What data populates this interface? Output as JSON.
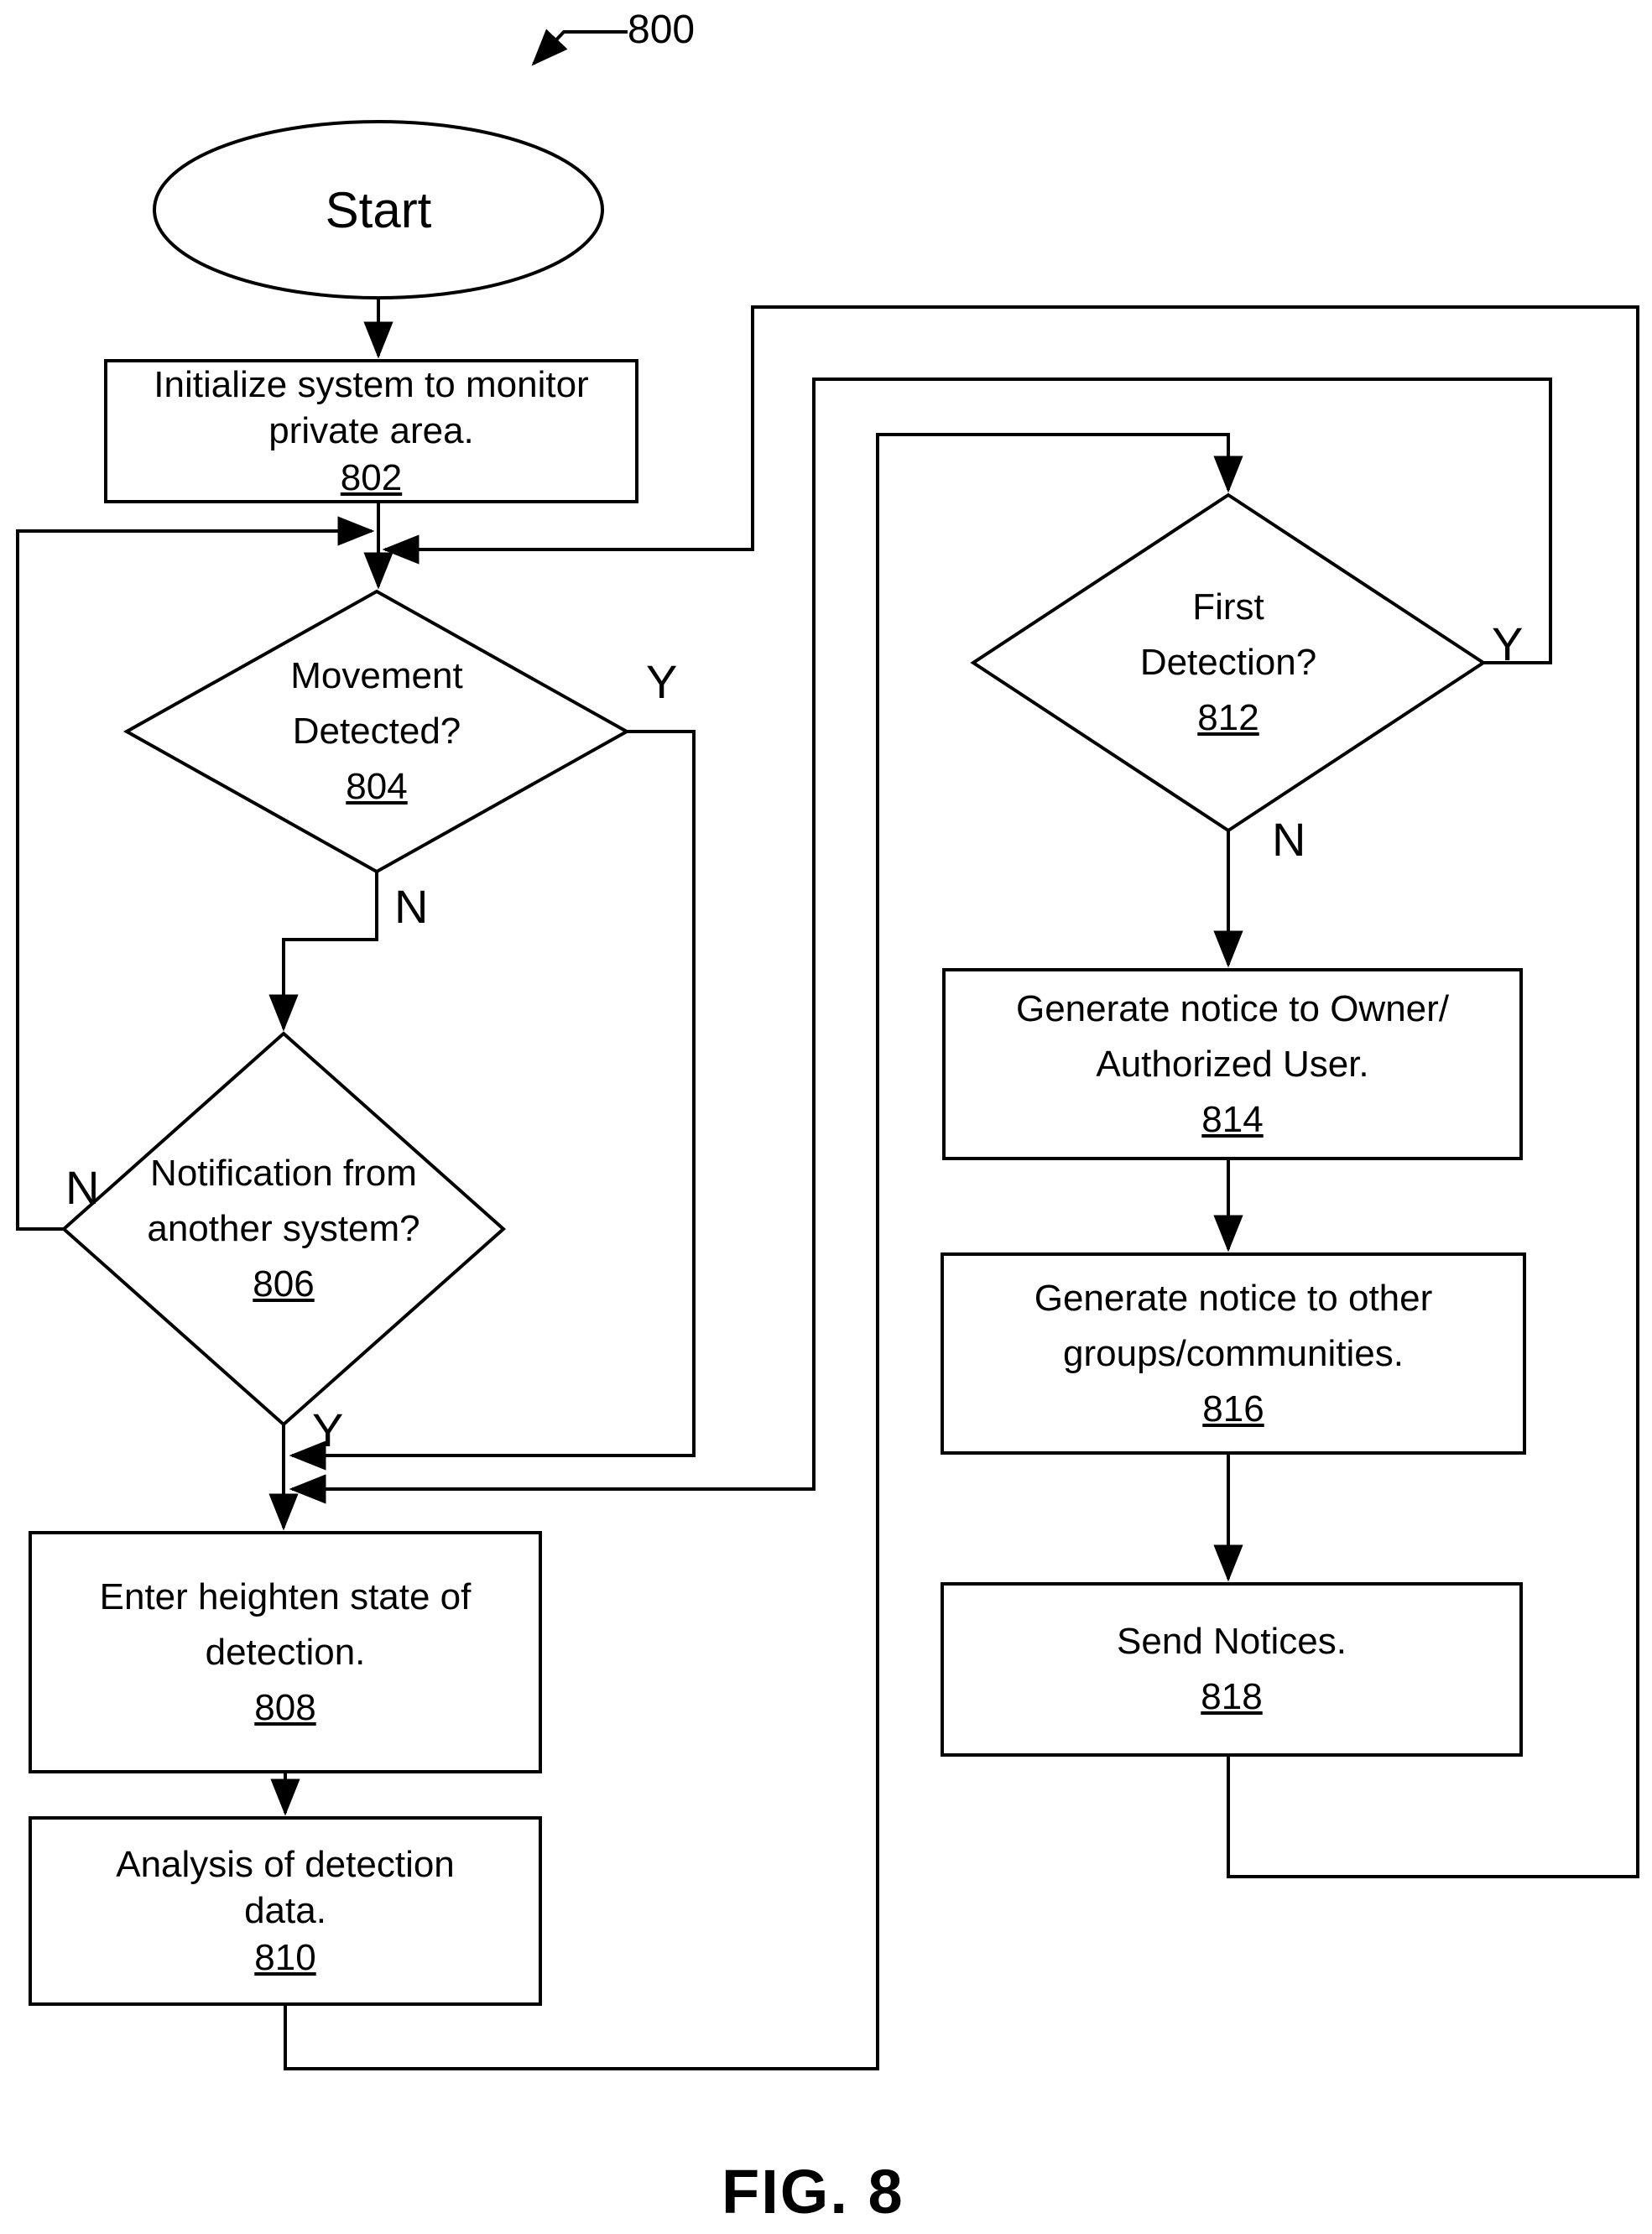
{
  "figure": {
    "ref": "800",
    "caption": "FIG. 8"
  },
  "nodes": {
    "start": {
      "label": "Start"
    },
    "n802": {
      "lines": [
        "Initialize system to monitor",
        "private area."
      ],
      "num": "802"
    },
    "n804": {
      "lines": [
        "Movement",
        "Detected?"
      ],
      "num": "804"
    },
    "n806": {
      "lines": [
        "Notification from",
        "another system?"
      ],
      "num": "806"
    },
    "n808": {
      "lines": [
        "Enter heighten state of",
        "detection."
      ],
      "num": "808"
    },
    "n810": {
      "lines": [
        "Analysis of detection",
        "data."
      ],
      "num": "810"
    },
    "n812": {
      "lines": [
        "First",
        "Detection?"
      ],
      "num": "812"
    },
    "n814": {
      "lines": [
        "Generate notice to Owner/",
        "Authorized User."
      ],
      "num": "814"
    },
    "n816": {
      "lines": [
        "Generate notice to other",
        "groups/communities."
      ],
      "num": "816"
    },
    "n818": {
      "lines": [
        "Send Notices."
      ],
      "num": "818"
    }
  },
  "branches": {
    "d804_y": "Y",
    "d804_n": "N",
    "d806_n": "N",
    "d806_y": "Y",
    "d812_y": "Y",
    "d812_n": "N"
  }
}
